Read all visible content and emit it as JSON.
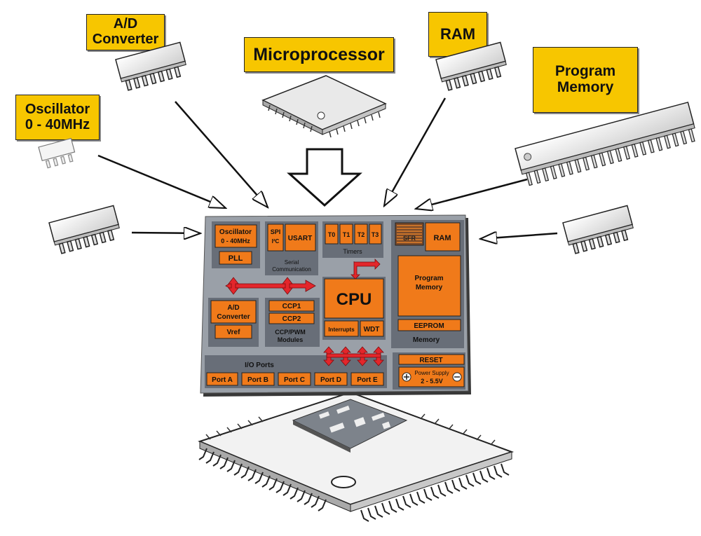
{
  "callouts": {
    "ad_converter": "A/D\nConverter",
    "microprocessor": "Microprocessor",
    "ram": "RAM",
    "program_memory": "Program\nMemory",
    "oscillator": "Oscillator\n0 - 40MHz"
  },
  "die": {
    "oscillator_line1": "Oscillator",
    "oscillator_line2": "0 - 40MHz",
    "pll": "PLL",
    "spi": "SPI",
    "i2c": "I²C",
    "usart": "USART",
    "serial_line1": "Serial",
    "serial_line2": "Communication",
    "timers": [
      "T0",
      "T1",
      "T2",
      "T3"
    ],
    "timers_label": "Timers",
    "sfr": "SFR",
    "ram": "RAM",
    "program_memory_line1": "Program",
    "program_memory_line2": "Memory",
    "eeprom": "EEPROM",
    "memory_label": "Memory",
    "ad_line1": "A/D",
    "ad_line2": "Converter",
    "vref": "Vref",
    "ccp1": "CCP1",
    "ccp2": "CCP2",
    "ccp_line1": "CCP/PWM",
    "ccp_line2": "Modules",
    "cpu": "CPU",
    "interrupts": "Interrupts",
    "wdt": "WDT",
    "io_ports": "I/O Ports",
    "ports": [
      "Port A",
      "Port B",
      "Port C",
      "Port D",
      "Port E"
    ],
    "reset": "RESET",
    "power_line1": "Power Supply",
    "power_line2": "2 - 5.5V"
  },
  "colors": {
    "callout_fill": "#f7c600",
    "die_fill": "#9aa0a8",
    "block_fill": "#f07a1a",
    "panel_fill": "#686e78",
    "arrow_red": "#e3262b"
  }
}
